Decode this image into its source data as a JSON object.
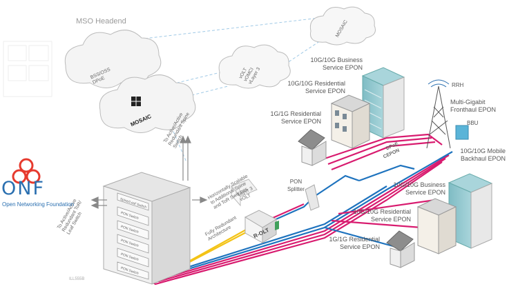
{
  "headend": {
    "title": "MSO Headend"
  },
  "clouds": {
    "bss": {
      "line1": "BSS/OSS",
      "line2": "DPoE"
    },
    "mosaic_left": {
      "label": "MOSAIC"
    },
    "vnf": {
      "line1": "vOLT",
      "line2": "vOMCI",
      "line3": "vLayer 3"
    },
    "mosaic_top": {
      "label": "MOSAIC"
    }
  },
  "rack": {
    "spine_label": "Spine/Leaf Switch",
    "pon_switch_label": "PON Switch",
    "pon_switch_count": 5
  },
  "annotations": {
    "to_spine": [
      "To Active/Active",
      "Redundant Spine",
      "Switch"
    ],
    "to_tor": [
      "To Active/Active",
      "Redundant ToR/",
      "Leaf Switch"
    ],
    "scalable": [
      "Horizontally Scalable",
      "to Additional Spine",
      "and ToR Switches"
    ],
    "redundant": [
      "Fully Redundant",
      "Architecture"
    ],
    "layer3": [
      "Layer 3",
      "vOLT"
    ],
    "rolt": "R-OLT",
    "pon_splitter": [
      "PON",
      "Splitter"
    ],
    "dpoe": "DPoE",
    "cepon": "CEPON",
    "illus_id": "ILL555B"
  },
  "services_top": {
    "business": [
      "10G/10G Business",
      "Service EPON"
    ],
    "residential_10g": [
      "10G/10G Residential",
      "Service EPON"
    ],
    "residential_1g": [
      "1G/1G Residential",
      "Service EPON"
    ]
  },
  "wireless": {
    "rrh": "RRH",
    "fronthaul": [
      "Multi-Gigabit",
      "Fronthaul EPON"
    ],
    "bbu": "BBU",
    "backhaul": [
      "10G/10G Mobile",
      "Backhaul EPON"
    ]
  },
  "services_bottom": {
    "business": [
      "10G/10G Business",
      "Service EPON"
    ],
    "residential_10g": [
      "10G/10G Residential",
      "Service EPON"
    ],
    "residential_1g": [
      "1G/1G Residential",
      "Service EPON"
    ]
  },
  "logo": {
    "word": "ONF",
    "tagline": "Open Networking Foundation"
  },
  "colors": {
    "magenta": "#d81b6f",
    "blue": "#1e73be",
    "yellow": "#f3c316",
    "red": "#c0392b",
    "onf_blue": "#2a6fb0",
    "cloud_dash": "#9fc9e6"
  }
}
